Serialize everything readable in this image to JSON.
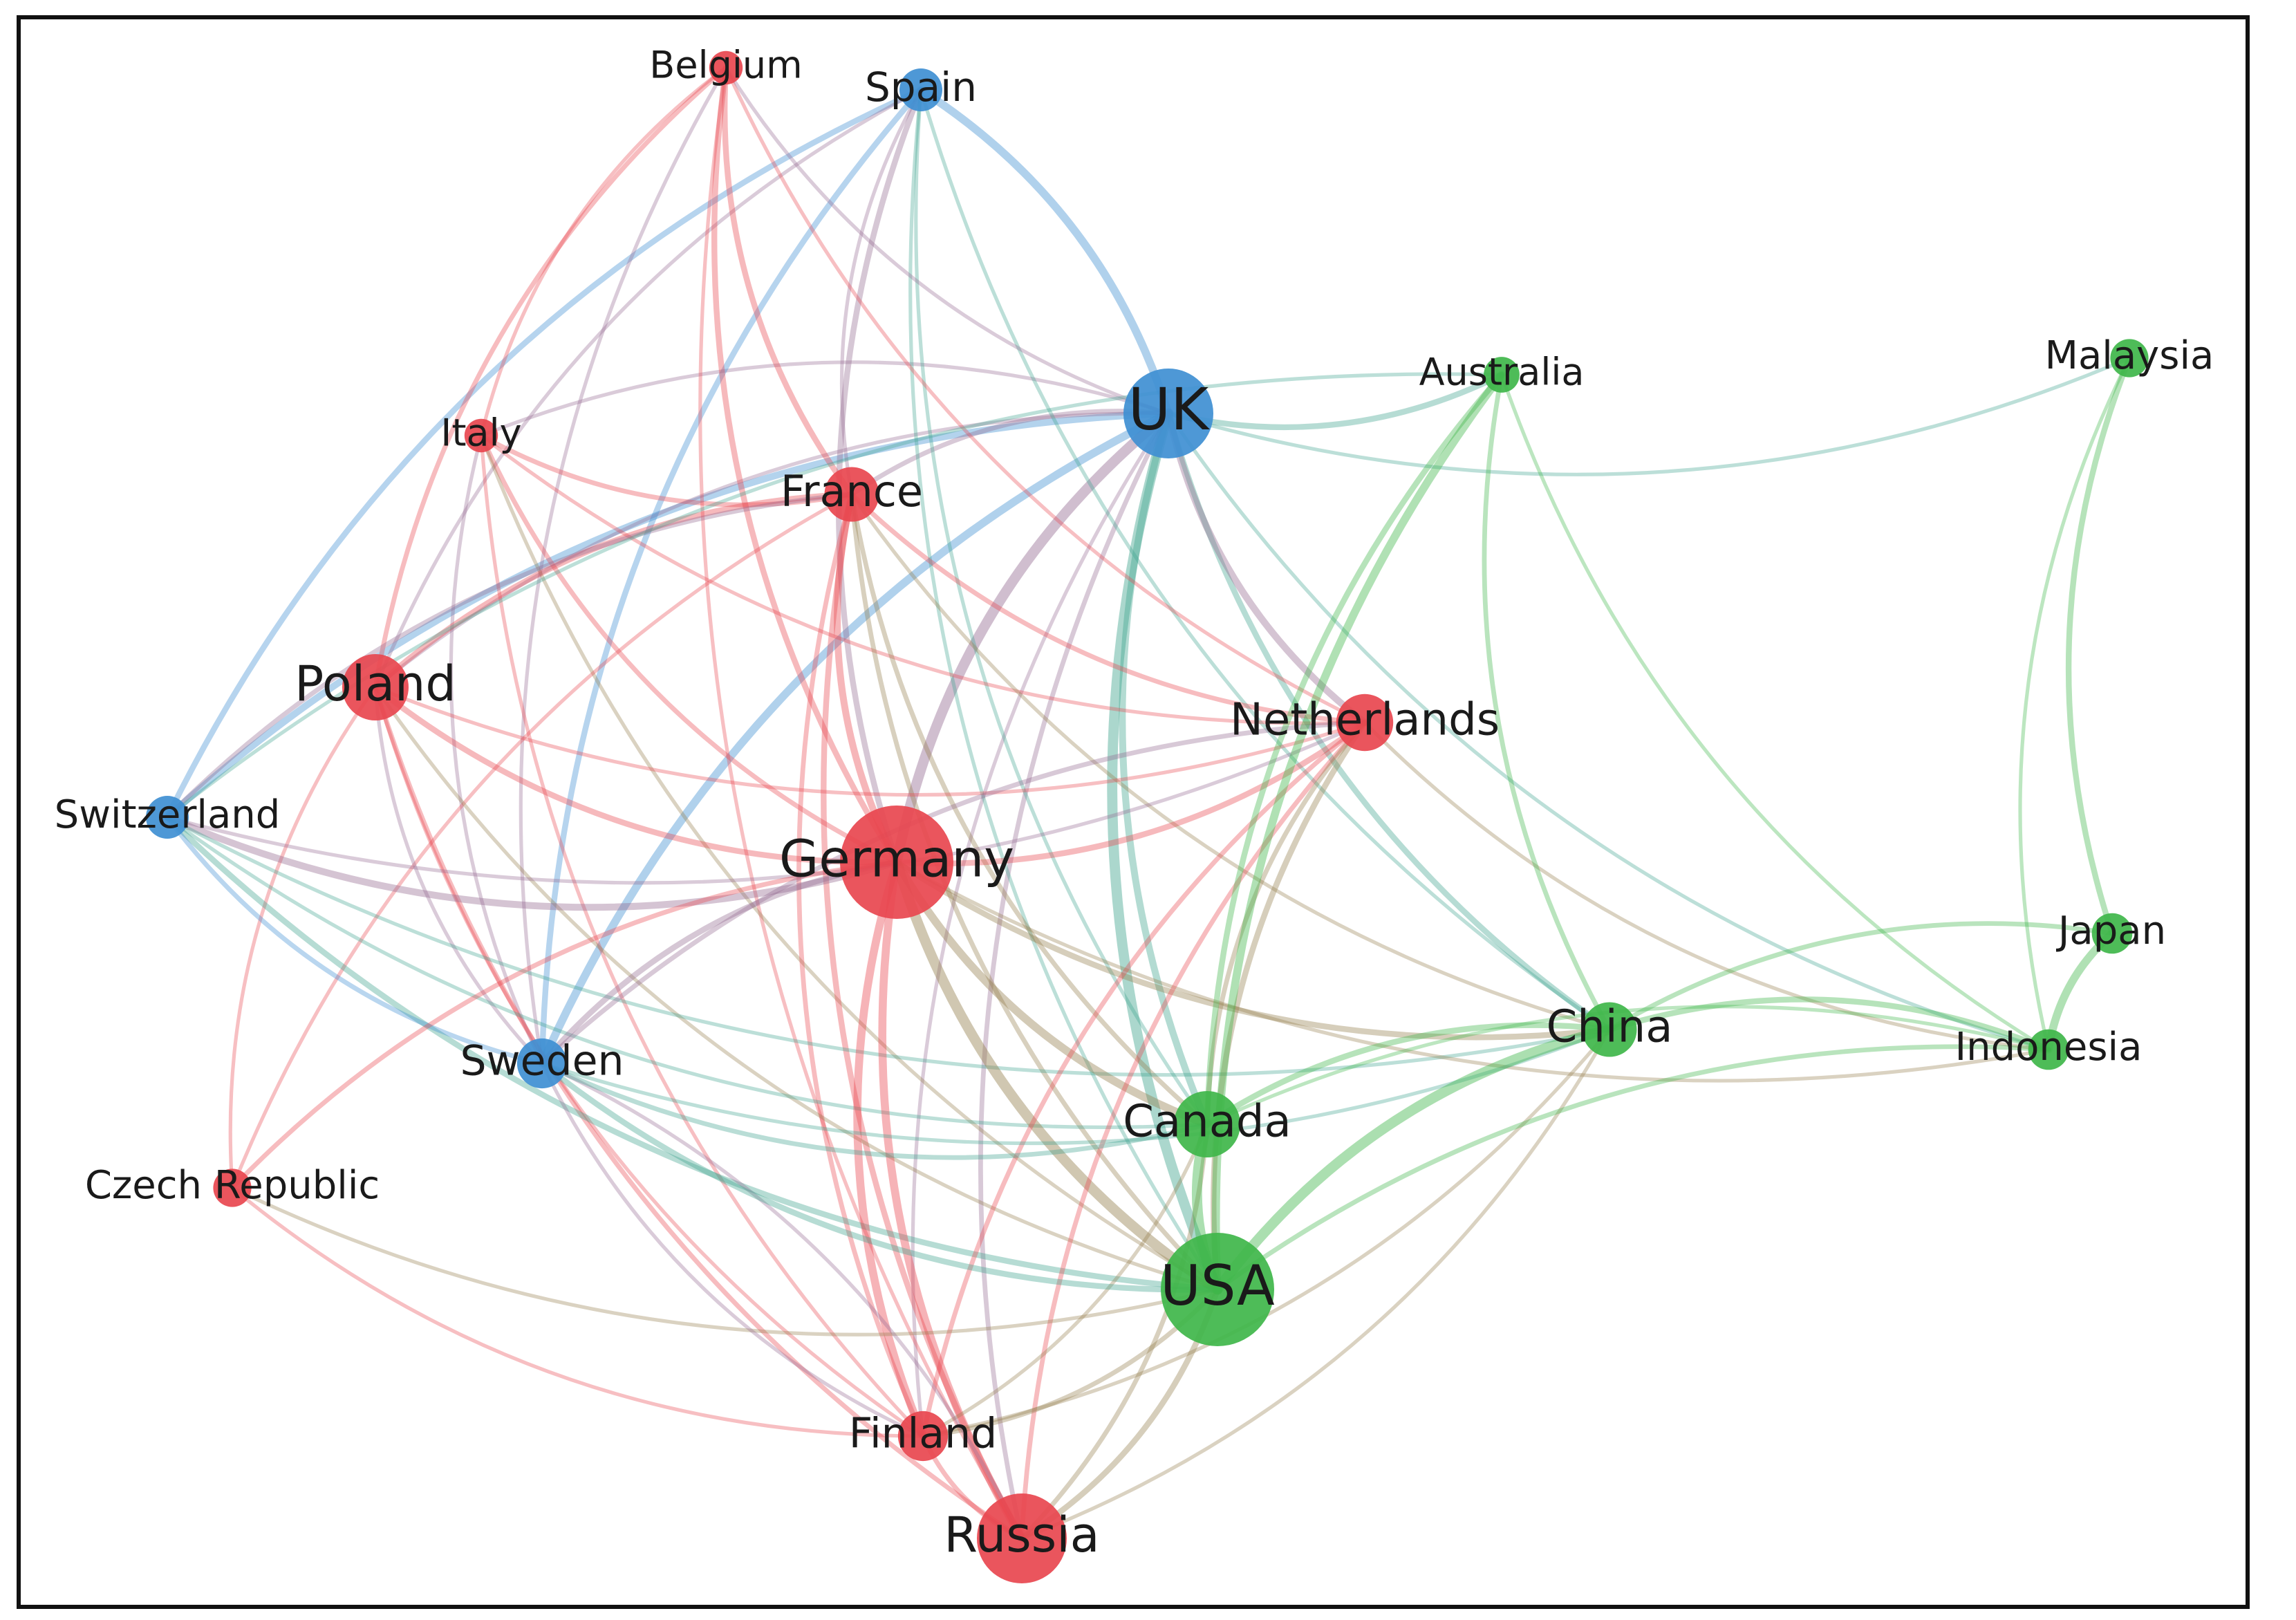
{
  "colors": {
    "europe": "#e8474f",
    "uk_cluster": "#3f8fd2",
    "americas_asia": "#3fb64a"
  },
  "nodes": [
    {
      "id": "uk",
      "label": "UK",
      "group": "uk_cluster",
      "size": 3
    },
    {
      "id": "spain",
      "label": "Spain",
      "group": "uk_cluster",
      "size": 1
    },
    {
      "id": "switzerland",
      "label": "Switzerland",
      "group": "uk_cluster",
      "size": 1
    },
    {
      "id": "sweden",
      "label": "Sweden",
      "group": "uk_cluster",
      "size": 1.3
    },
    {
      "id": "belgium",
      "label": "Belgium",
      "group": "europe",
      "size": 0.6
    },
    {
      "id": "italy",
      "label": "Italy",
      "group": "europe",
      "size": 0.6
    },
    {
      "id": "france",
      "label": "France",
      "group": "europe",
      "size": 1.5
    },
    {
      "id": "poland",
      "label": "Poland",
      "group": "europe",
      "size": 2
    },
    {
      "id": "germany",
      "label": "Germany",
      "group": "europe",
      "size": 4
    },
    {
      "id": "netherlands",
      "label": "Netherlands",
      "group": "europe",
      "size": 1.6
    },
    {
      "id": "czech",
      "label": "Czech Republic",
      "group": "europe",
      "size": 0.8
    },
    {
      "id": "finland",
      "label": "Finland",
      "group": "europe",
      "size": 1.3
    },
    {
      "id": "russia",
      "label": "Russia",
      "group": "europe",
      "size": 3
    },
    {
      "id": "australia",
      "label": "Australia",
      "group": "americas_asia",
      "size": 0.7
    },
    {
      "id": "malaysia",
      "label": "Malaysia",
      "group": "americas_asia",
      "size": 0.8
    },
    {
      "id": "japan",
      "label": "Japan",
      "group": "americas_asia",
      "size": 0.9
    },
    {
      "id": "indonesia",
      "label": "Indonesia",
      "group": "americas_asia",
      "size": 0.9
    },
    {
      "id": "china",
      "label": "China",
      "group": "americas_asia",
      "size": 1.5
    },
    {
      "id": "canada",
      "label": "Canada",
      "group": "americas_asia",
      "size": 2
    },
    {
      "id": "usa",
      "label": "USA",
      "group": "americas_asia",
      "size": 4
    }
  ],
  "edges": [
    {
      "source": "uk",
      "target": "spain",
      "weight": 3
    },
    {
      "source": "uk",
      "target": "usa",
      "weight": 4
    },
    {
      "source": "uk",
      "target": "canada",
      "weight": 2.5
    },
    {
      "source": "uk",
      "target": "germany",
      "weight": 4
    },
    {
      "source": "uk",
      "target": "sweden",
      "weight": 3
    },
    {
      "source": "uk",
      "target": "switzerland",
      "weight": 2.5
    },
    {
      "source": "uk",
      "target": "france",
      "weight": 1.5
    },
    {
      "source": "uk",
      "target": "poland",
      "weight": 1
    },
    {
      "source": "uk",
      "target": "italy",
      "weight": 1
    },
    {
      "source": "uk",
      "target": "australia",
      "weight": 2
    },
    {
      "source": "uk",
      "target": "malaysia",
      "weight": 1
    },
    {
      "source": "uk",
      "target": "china",
      "weight": 2
    },
    {
      "source": "uk",
      "target": "netherlands",
      "weight": 2.5
    },
    {
      "source": "uk",
      "target": "indonesia",
      "weight": 1
    },
    {
      "source": "uk",
      "target": "russia",
      "weight": 1.5
    },
    {
      "source": "uk",
      "target": "finland",
      "weight": 1
    },
    {
      "source": "spain",
      "target": "sweden",
      "weight": 2
    },
    {
      "source": "spain",
      "target": "switzerland",
      "weight": 2
    },
    {
      "source": "spain",
      "target": "germany",
      "weight": 2
    },
    {
      "source": "spain",
      "target": "france",
      "weight": 1
    },
    {
      "source": "spain",
      "target": "canada",
      "weight": 1
    },
    {
      "source": "spain",
      "target": "usa",
      "weight": 1
    },
    {
      "source": "spain",
      "target": "china",
      "weight": 1
    },
    {
      "source": "spain",
      "target": "poland",
      "weight": 1
    },
    {
      "source": "belgium",
      "target": "germany",
      "weight": 2
    },
    {
      "source": "belgium",
      "target": "france",
      "weight": 2
    },
    {
      "source": "belgium",
      "target": "poland",
      "weight": 1.5
    },
    {
      "source": "belgium",
      "target": "sweden",
      "weight": 1
    },
    {
      "source": "belgium",
      "target": "netherlands",
      "weight": 1
    },
    {
      "source": "belgium",
      "target": "russia",
      "weight": 1
    },
    {
      "source": "belgium",
      "target": "italy",
      "weight": 1
    },
    {
      "source": "belgium",
      "target": "uk",
      "weight": 1
    },
    {
      "source": "italy",
      "target": "germany",
      "weight": 1.5
    },
    {
      "source": "italy",
      "target": "france",
      "weight": 1.5
    },
    {
      "source": "italy",
      "target": "netherlands",
      "weight": 1
    },
    {
      "source": "italy",
      "target": "sweden",
      "weight": 1
    },
    {
      "source": "italy",
      "target": "finland",
      "weight": 1
    },
    {
      "source": "italy",
      "target": "usa",
      "weight": 1
    },
    {
      "source": "france",
      "target": "germany",
      "weight": 2.5
    },
    {
      "source": "france",
      "target": "poland",
      "weight": 2
    },
    {
      "source": "france",
      "target": "switzerland",
      "weight": 1.5
    },
    {
      "source": "france",
      "target": "netherlands",
      "weight": 1.5
    },
    {
      "source": "france",
      "target": "russia",
      "weight": 2
    },
    {
      "source": "france",
      "target": "finland",
      "weight": 1.5
    },
    {
      "source": "france",
      "target": "canada",
      "weight": 1.5
    },
    {
      "source": "france",
      "target": "usa",
      "weight": 1.5
    },
    {
      "source": "france",
      "target": "czech",
      "weight": 1
    },
    {
      "source": "france",
      "target": "china",
      "weight": 1
    },
    {
      "source": "poland",
      "target": "germany",
      "weight": 2
    },
    {
      "source": "poland",
      "target": "russia",
      "weight": 1.5
    },
    {
      "source": "poland",
      "target": "czech",
      "weight": 1
    },
    {
      "source": "poland",
      "target": "finland",
      "weight": 1
    },
    {
      "source": "poland",
      "target": "sweden",
      "weight": 1
    },
    {
      "source": "poland",
      "target": "netherlands",
      "weight": 1
    },
    {
      "source": "poland",
      "target": "usa",
      "weight": 1
    },
    {
      "source": "switzerland",
      "target": "germany",
      "weight": 2.5
    },
    {
      "source": "switzerland",
      "target": "usa",
      "weight": 2
    },
    {
      "source": "switzerland",
      "target": "sweden",
      "weight": 1.5
    },
    {
      "source": "switzerland",
      "target": "netherlands",
      "weight": 1
    },
    {
      "source": "switzerland",
      "target": "china",
      "weight": 1
    },
    {
      "source": "switzerland",
      "target": "canada",
      "weight": 1
    },
    {
      "source": "germany",
      "target": "netherlands",
      "weight": 2
    },
    {
      "source": "germany",
      "target": "russia",
      "weight": 3
    },
    {
      "source": "germany",
      "target": "finland",
      "weight": 3
    },
    {
      "source": "germany",
      "target": "usa",
      "weight": 4
    },
    {
      "source": "germany",
      "target": "canada",
      "weight": 3
    },
    {
      "source": "germany",
      "target": "china",
      "weight": 2
    },
    {
      "source": "germany",
      "target": "sweden",
      "weight": 2
    },
    {
      "source": "germany",
      "target": "czech",
      "weight": 1.5
    },
    {
      "source": "germany",
      "target": "indonesia",
      "weight": 1
    },
    {
      "source": "netherlands",
      "target": "russia",
      "weight": 1.5
    },
    {
      "source": "netherlands",
      "target": "finland",
      "weight": 1.5
    },
    {
      "source": "netherlands",
      "target": "usa",
      "weight": 2
    },
    {
      "source": "netherlands",
      "target": "canada",
      "weight": 1.5
    },
    {
      "source": "netherlands",
      "target": "sweden",
      "weight": 1.5
    },
    {
      "source": "netherlands",
      "target": "indonesia",
      "weight": 1
    },
    {
      "source": "czech",
      "target": "usa",
      "weight": 1
    },
    {
      "source": "czech",
      "target": "finland",
      "weight": 1
    },
    {
      "source": "finland",
      "target": "usa",
      "weight": 1.5
    },
    {
      "source": "finland",
      "target": "russia",
      "weight": 1.5
    },
    {
      "source": "finland",
      "target": "china",
      "weight": 1
    },
    {
      "source": "finland",
      "target": "canada",
      "weight": 1
    },
    {
      "source": "russia",
      "target": "usa",
      "weight": 2
    },
    {
      "source": "russia",
      "target": "canada",
      "weight": 1.5
    },
    {
      "source": "russia",
      "target": "sweden",
      "weight": 1
    },
    {
      "source": "russia",
      "target": "china",
      "weight": 1
    },
    {
      "source": "sweden",
      "target": "usa",
      "weight": 2
    },
    {
      "source": "sweden",
      "target": "canada",
      "weight": 1.5
    },
    {
      "source": "sweden",
      "target": "china",
      "weight": 1
    },
    {
      "source": "sweden",
      "target": "finland",
      "weight": 1
    },
    {
      "source": "australia",
      "target": "usa",
      "weight": 3
    },
    {
      "source": "australia",
      "target": "canada",
      "weight": 2
    },
    {
      "source": "australia",
      "target": "china",
      "weight": 1.5
    },
    {
      "source": "australia",
      "target": "indonesia",
      "weight": 1
    },
    {
      "source": "australia",
      "target": "switzerland",
      "weight": 1
    },
    {
      "source": "malaysia",
      "target": "japan",
      "weight": 2
    },
    {
      "source": "malaysia",
      "target": "indonesia",
      "weight": 1
    },
    {
      "source": "japan",
      "target": "indonesia",
      "weight": 3
    },
    {
      "source": "japan",
      "target": "china",
      "weight": 1.5
    },
    {
      "source": "indonesia",
      "target": "china",
      "weight": 2
    },
    {
      "source": "indonesia",
      "target": "usa",
      "weight": 1.5
    },
    {
      "source": "indonesia",
      "target": "canada",
      "weight": 1
    },
    {
      "source": "china",
      "target": "usa",
      "weight": 4
    },
    {
      "source": "china",
      "target": "canada",
      "weight": 2
    },
    {
      "source": "canada",
      "target": "usa",
      "weight": 4
    }
  ]
}
